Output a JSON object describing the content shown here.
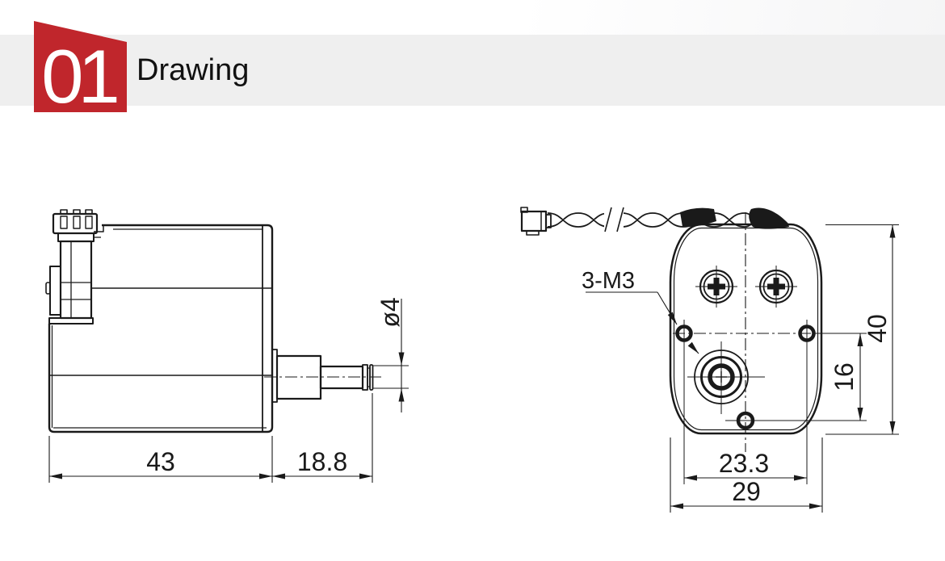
{
  "header": {
    "number": "01",
    "title": "Drawing"
  },
  "colors": {
    "accent_red": "#c0262c",
    "band_gray": "#efefef",
    "line_black": "#1a1a1a"
  },
  "drawing": {
    "side_view": {
      "dim_body_length": "43",
      "dim_shaft_length": "18.8",
      "dim_shaft_diameter": "ø4"
    },
    "front_view": {
      "thread_callout": "3-M3",
      "dim_height": "40",
      "dim_side_hole_to_bottom_hole": "16",
      "dim_hole_spacing": "23.3",
      "dim_width": "29"
    }
  }
}
